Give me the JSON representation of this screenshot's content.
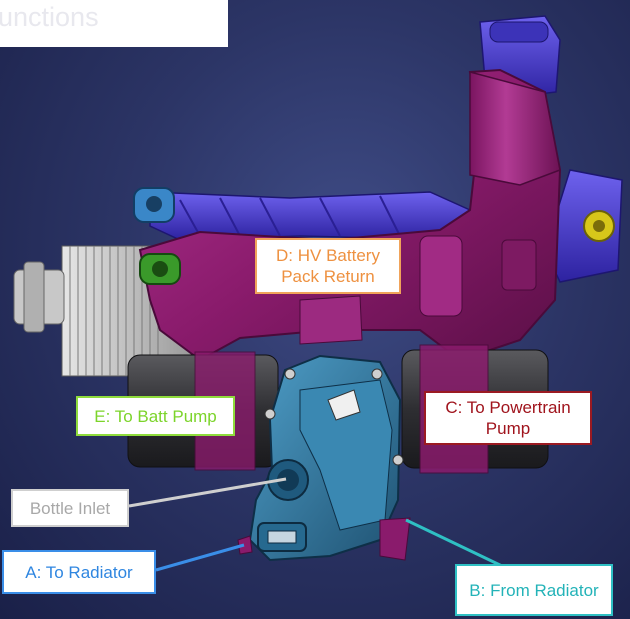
{
  "title_fragment": "unctions",
  "callouts": {
    "d": "D: HV Battery Pack Return",
    "e": "E: To Batt Pump",
    "c": "C: To Powertrain Pump",
    "bottle": "Bottle Inlet",
    "a": "A: To Radiator",
    "b": "B: From Radiator"
  },
  "colors": {
    "housing": "#8c1d6e",
    "bracket": "#4a3bd0",
    "valve_body": "#2e6f94",
    "callout_d": "#ee9140",
    "callout_e": "#7cd42a",
    "callout_c": "#a0141d",
    "callout_bottle": "#a8a8a8",
    "callout_a": "#2f86e0",
    "callout_b": "#23b3b8"
  }
}
